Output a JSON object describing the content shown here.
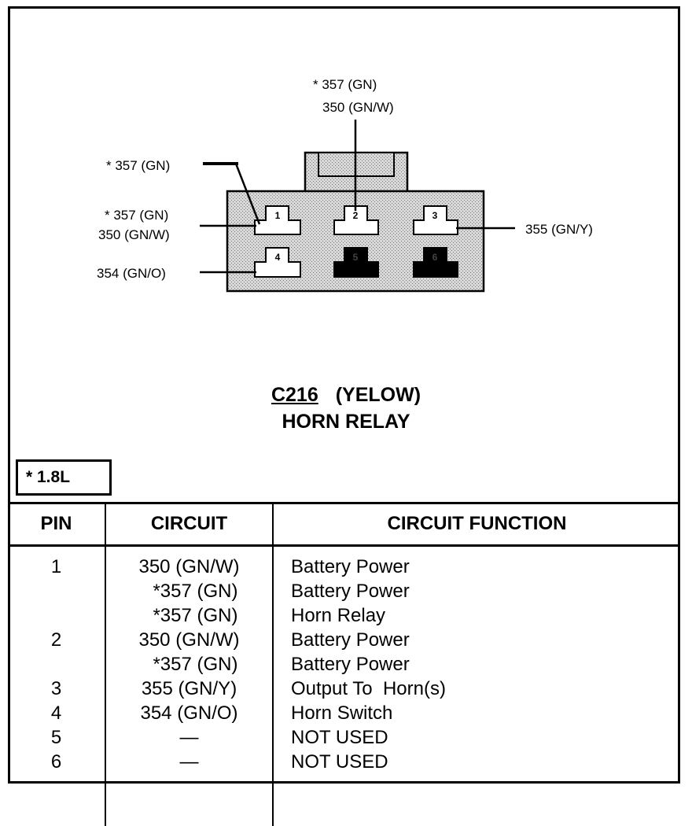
{
  "connector": {
    "id": "C216",
    "color_label": "(YELOW)",
    "name": "HORN RELAY",
    "note": "* 1.8L"
  },
  "callouts": {
    "top_line1": "* 357 (GN)",
    "top_line2": "350 (GN/W)",
    "left_upper": "* 357 (GN)",
    "left_mid1": "* 357 (GN)",
    "left_mid2": "350 (GN/W)",
    "left_lower": "354 (GN/O)",
    "right": "355 (GN/Y)"
  },
  "pins": [
    {
      "label": "1",
      "used": true
    },
    {
      "label": "2",
      "used": true
    },
    {
      "label": "3",
      "used": true
    },
    {
      "label": "4",
      "used": true
    },
    {
      "label": "5",
      "used": false
    },
    {
      "label": "6",
      "used": false
    }
  ],
  "table": {
    "headers": [
      "PIN",
      "CIRCUIT",
      "CIRCUIT FUNCTION"
    ],
    "rows": [
      {
        "pin": "1",
        "circuit": "350 (GN/W)",
        "function": "Battery Power"
      },
      {
        "pin": "",
        "circuit": "*357 (GN)",
        "function": "Battery Power"
      },
      {
        "pin": "",
        "circuit": "*357 (GN)",
        "function": "Horn Relay"
      },
      {
        "pin": "2",
        "circuit": "350 (GN/W)",
        "function": "Battery Power"
      },
      {
        "pin": "",
        "circuit": "*357 (GN)",
        "function": "Battery Power"
      },
      {
        "pin": "3",
        "circuit": "355 (GN/Y)",
        "function": "Output To  Horn(s)"
      },
      {
        "pin": "4",
        "circuit": "354 (GN/O)",
        "function": "Horn Switch"
      },
      {
        "pin": "5",
        "circuit": "—",
        "function": "NOT USED"
      },
      {
        "pin": "6",
        "circuit": "—",
        "function": "NOT USED"
      }
    ]
  }
}
